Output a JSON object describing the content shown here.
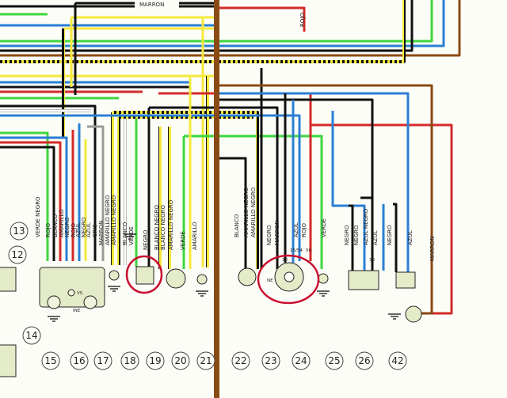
{
  "colors": {
    "rojo": "#d42a2a",
    "verde": "#3dd63d",
    "azul": "#2a7fd4",
    "amarillo": "#f4e93a",
    "negro": "#111111",
    "marron": "#8a4a14",
    "blanco": "#ffffff",
    "gris": "#9a9a9a",
    "circle_highlight": "#c8102e",
    "component_fill": "#e4ebc8",
    "background": "#fdfdf8"
  },
  "top_labels": {
    "marron": "MARRON",
    "rojo": "ROJO"
  },
  "wire_labels": [
    "VERDE NEGRO",
    "ROJO",
    "BLANCO",
    "AMARILLO",
    "NEGRO",
    "ROJO",
    "AZUL",
    "NEGRO",
    "AZUL",
    "GRIS",
    "MARRON",
    "AMARILLO NEGRO",
    "AMARILLO NEGRO",
    "BLANCO",
    "VERDE",
    "NEGRO",
    "BLANCO NEGRO",
    "BLANCO NEGRO",
    "AMARILLO NEGRO",
    "VERDE",
    "AMARILLO",
    "BLANCO",
    "AMARILLO NEGRO",
    "AMARILLO NEGRO",
    "NEGRO",
    "MARRON",
    "AZUL",
    "ROJO",
    "VERDE",
    "NEGRO",
    "NEGRO",
    "AZUL NEGRO",
    "AZUL",
    "NEGRO",
    "AZUL",
    "MARRON"
  ],
  "component_numbers": [
    "13",
    "12",
    "14",
    "15",
    "16",
    "17",
    "18",
    "19",
    "20",
    "21",
    "22",
    "23",
    "24",
    "25",
    "26",
    "42"
  ],
  "terminal_labels": [
    "15/54",
    "30",
    "50",
    "NE",
    "VS",
    "INE",
    "30"
  ]
}
